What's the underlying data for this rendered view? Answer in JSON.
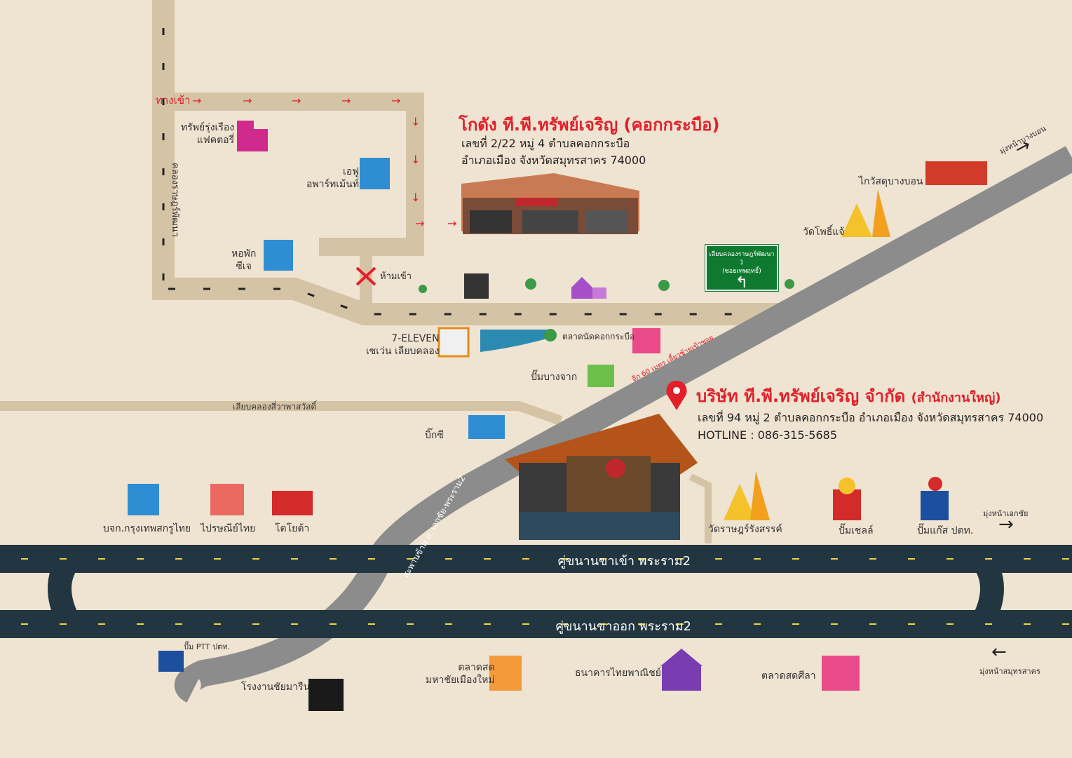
{
  "colors": {
    "background": "#efe3d1",
    "side_road": "#d5c3a6",
    "highway": "#8c8c8c",
    "main_road": "#213640",
    "accent_red": "#e3202a",
    "sign_green": "#0f7a2f"
  },
  "warehouse": {
    "title": "โกดัง ที.พี.ทรัพย์เจริญ (คอกกระบือ)",
    "address_line1": "เลขที่ 2/22 หมู่ 4 ตำบลคอกกระบือ",
    "address_line2": "อำเภอเมือง จังหวัดสมุทรสาคร 74000"
  },
  "headquarters": {
    "title": "บริษัท ที.พี.ทรัพย์เจริญ จำกัด",
    "title_suffix": "(สำนักงานใหญ่)",
    "address": "เลขที่ 94 หมู่ 2 ตำบลคอกกระบือ อำเภอเมือง จังหวัดสมุทรสาคร 74000",
    "hotline": "HOTLINE : 086-315-5685"
  },
  "roads": {
    "inbound": "คู่ขนานขาเข้า พระราม2",
    "outbound": "คู่ขนานขาออก พระราม2",
    "side_canal": "คลองราษฎร์พัฒนา",
    "canal_road": "เลียบคลองสี่วาพาสวัสดิ์",
    "bridge": "สะพานข้าม ถ. เอกชัย-พระราม2",
    "entrance": "ทางเข้า",
    "no_entry": "ห้ามเข้า",
    "turn_note": "อีก 60 เมตร เลี้ยวซ้ายเข้าซอย"
  },
  "sign": {
    "line1": "เลียบคลองราษฎร์พัฒนา 1",
    "line2": "(ซอยเทพฤทธิ์)",
    "arrow": "↰"
  },
  "directions": {
    "to_bangbon": "มุ่งหน้าบางบอน",
    "to_ekachai": "มุ่งหน้าเอกชัย",
    "to_samutsakhon": "มุ่งหน้าสมุทรสาคร"
  },
  "landmarks": {
    "factory_rungrueang_1": "ทรัพย์รุ่งเรือง",
    "factory_rungrueang_2": "แฟคตอรี่",
    "apartment_1": "เอฟู",
    "apartment_2": "อพาร์ทเม้นท์",
    "dorm_1": "หอพัก",
    "dorm_2": "ซีเจ",
    "seven_1": "7-ELEVEN",
    "seven_2": "เซเว่น เลียบคลอง",
    "market_kok": "ตลาดนัดคอกกระบือ",
    "pump_bangjak": "ปั๊มบางจาก",
    "big_c": "บิ๊กซี",
    "hospital": "ไกวัสดุบางบอน",
    "temple_pho": "วัดโพธิ์แจ้",
    "bank_bkk": "บจก.กรุงเทพสกรูไทย",
    "post": "ไปรษณีย์ไทย",
    "toyota": "โตโยต้า",
    "temple_rat": "วัดราษฎร์รังสรรค์",
    "shell": "ปั๊มเชลล์",
    "ptt_gas": "ปั๊มแก๊ส ปตท.",
    "ptt_small": "ปั๊ม PTT ปตท.",
    "chai_factory": "โรงงานชัยมารีน",
    "market_mahachai_1": "ตลาดสด",
    "market_mahachai_2": "มหาชัยเมืองใหม่",
    "scb": "ธนาคารไทยพาณิชย์",
    "market_sala": "ตลาดสดศีลา"
  },
  "icons": {
    "pin": "location-pin-icon",
    "no_entry": "x-mark-icon",
    "arrow_right": "→",
    "arrow_left": "←",
    "arrow_down": "↓"
  }
}
